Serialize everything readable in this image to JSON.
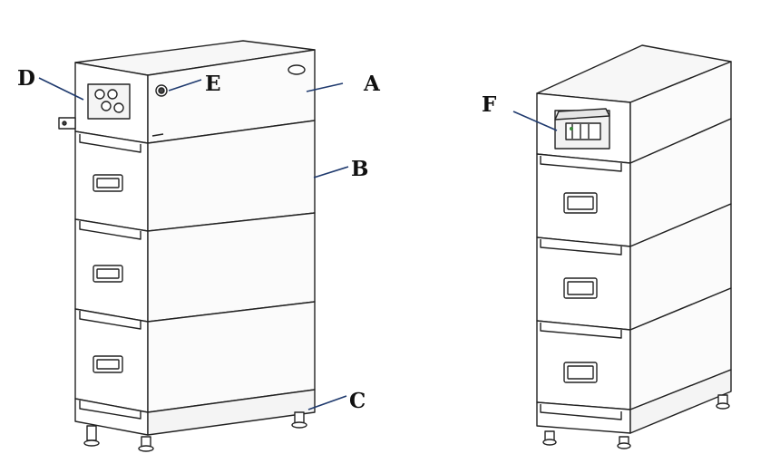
{
  "labels": {
    "a": "A",
    "b": "B",
    "c": "C",
    "d": "D",
    "e": "E",
    "f": "F"
  },
  "colors": {
    "outline": "#222222",
    "fill": "#ffffff",
    "shade": "#f2f2f2",
    "leader": "#1f3a6e"
  }
}
